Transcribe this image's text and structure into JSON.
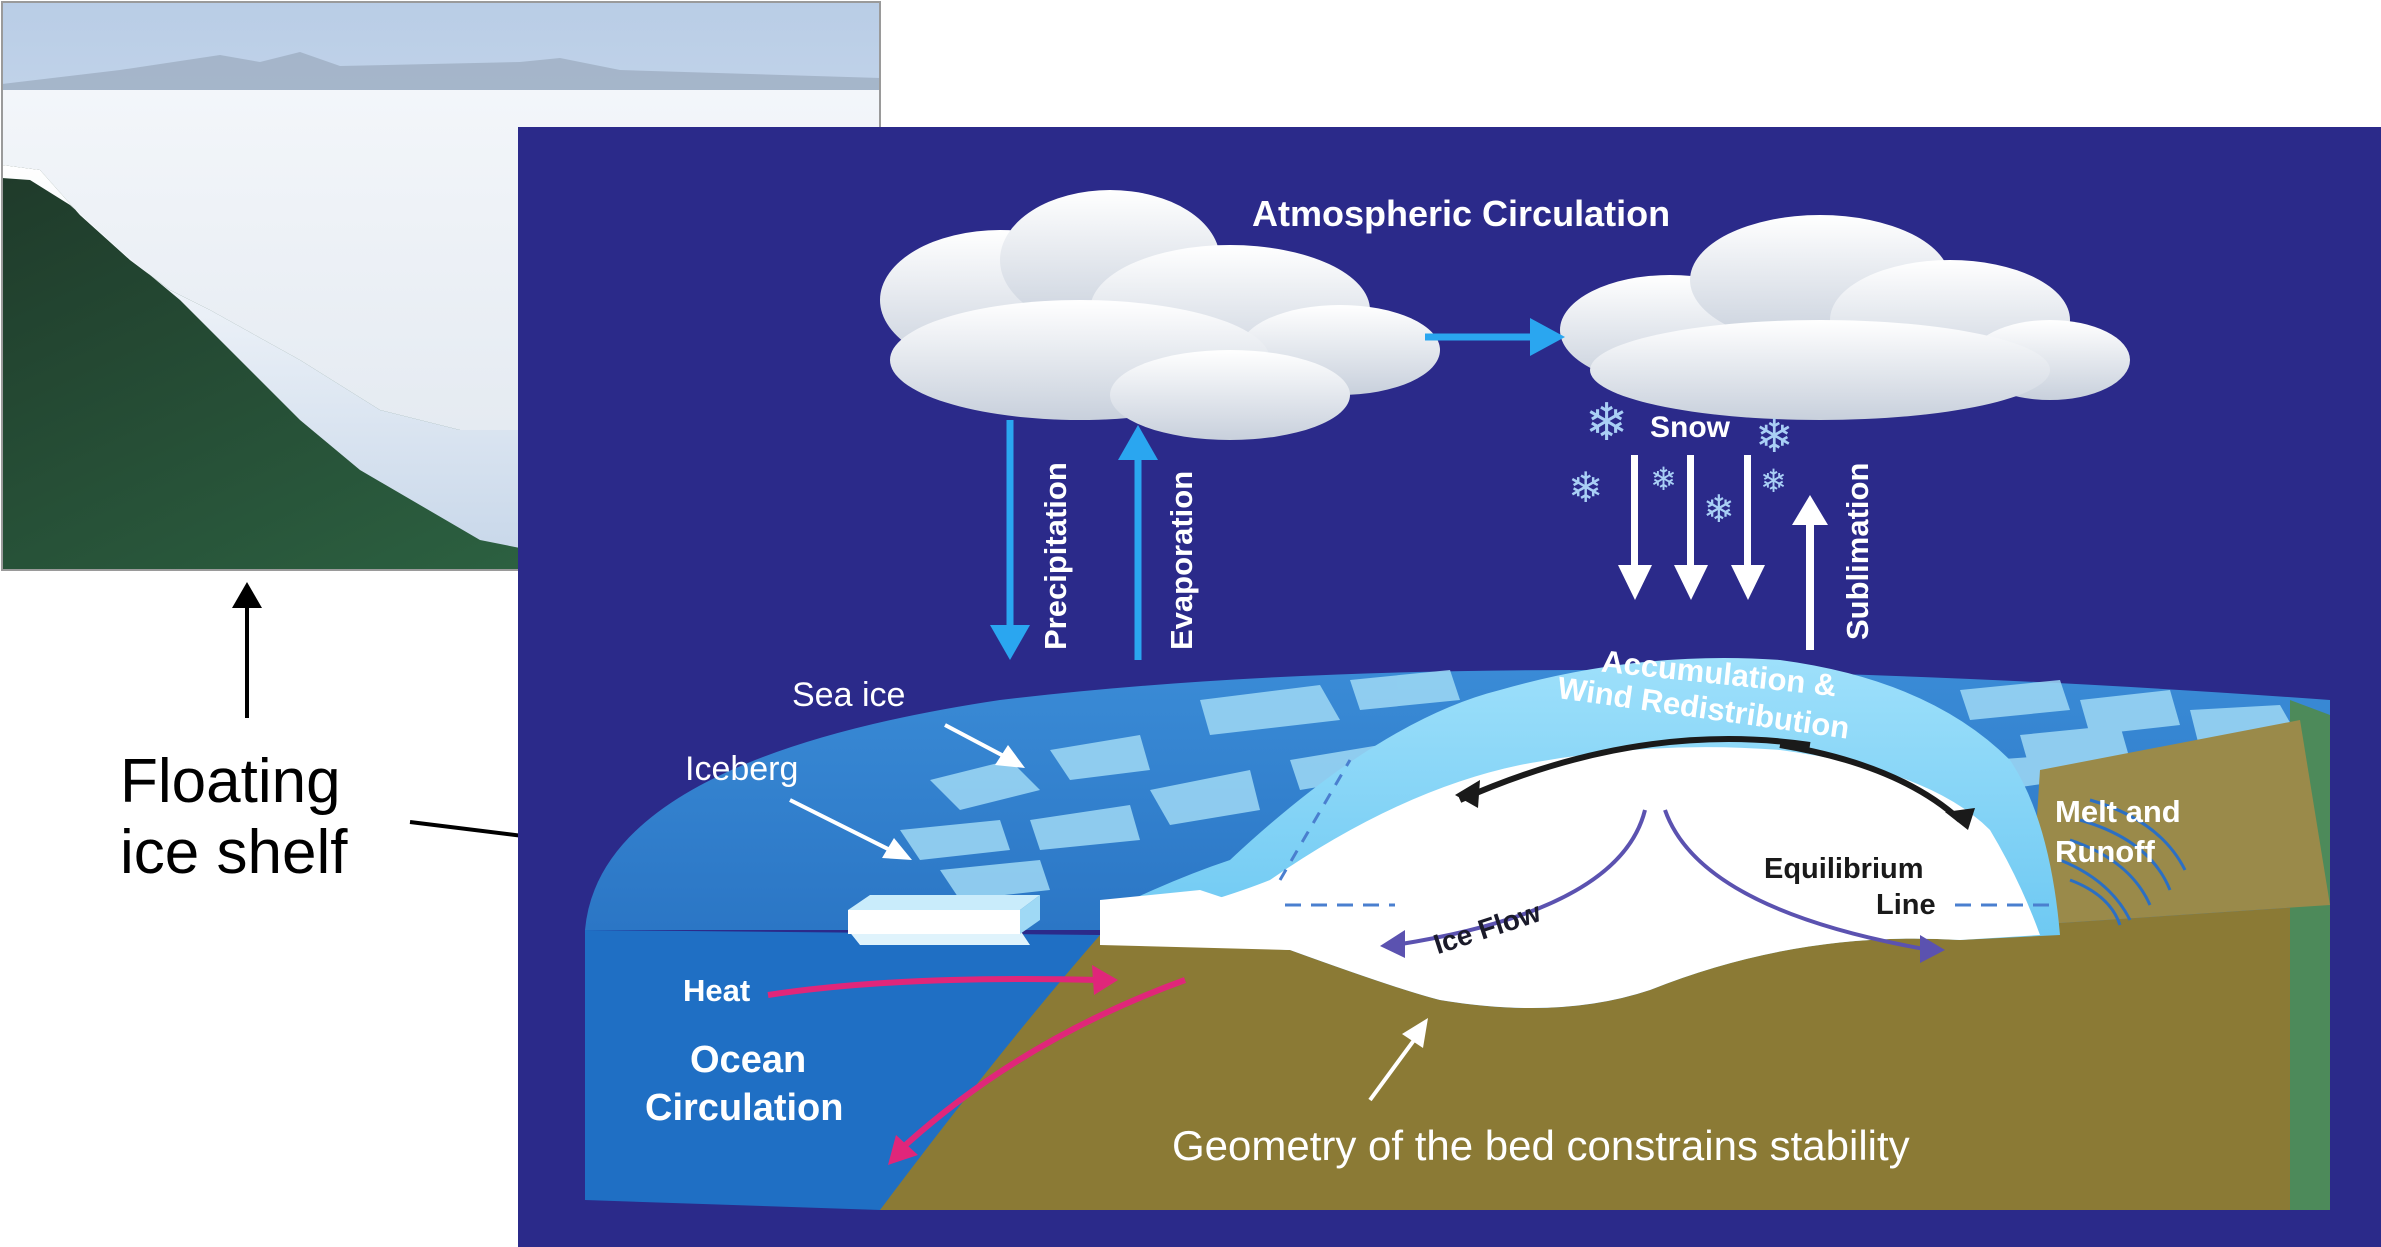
{
  "photo": {
    "annotation_label_line1": "Floating",
    "annotation_label_line2": "ice shelf"
  },
  "diagram": {
    "atmospheric_circulation": "Atmospheric Circulation",
    "precipitation": "Precipitation",
    "evaporation": "Evaporation",
    "snow": "Snow",
    "sublimation": "Sublimation",
    "accumulation_line1": "Accumulation &",
    "accumulation_line2": "Wind Redistribution",
    "sea_ice": "Sea ice",
    "iceberg": "Iceberg",
    "melt_line1": "Melt and",
    "melt_line2": "Runoff",
    "equilibrium_line1": "Equilibrium",
    "equilibrium_line2": "Line",
    "ice_flow": "Ice Flow",
    "heat": "Heat",
    "ocean_line1": "Ocean",
    "ocean_line2": "Circulation",
    "bed_caption": "Geometry of the bed constrains stability"
  },
  "colors": {
    "background_navy": "#2b2a8a",
    "ocean_blue": "#1f6fc4",
    "sea_surface": "#3d93da",
    "ice_light": "#7fd0f5",
    "ice_white": "#ffffff",
    "bedrock": "#8b7a35",
    "heat_arrow": "#e0267a",
    "ice_flow_arrow": "#5b52b0",
    "arrow_cyan": "#2aa6f0"
  }
}
